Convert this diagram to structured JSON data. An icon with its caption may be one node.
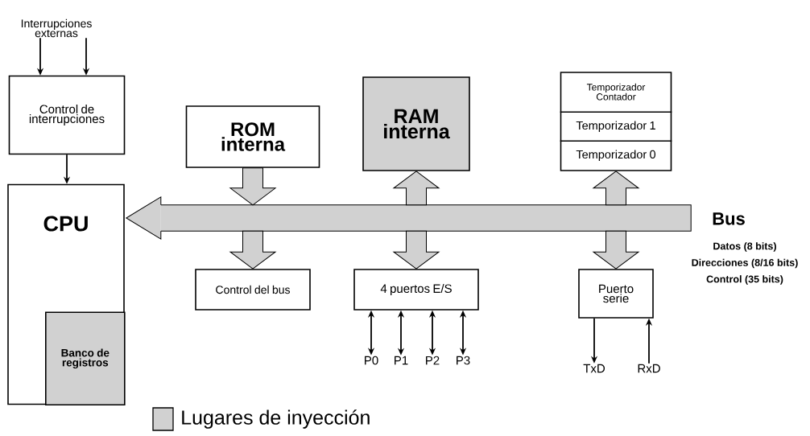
{
  "diagram": {
    "nodes": [
      {
        "text": [
          "Interrupciones externas"
        ]
      },
      {
        "text": [
          "Control de interrupciones"
        ]
      },
      {
        "text": [
          "CPU"
        ]
      },
      {
        "text": [
          "Banco de registros"
        ],
        "in": 2
      },
      {
        "text": [
          "ROM interna"
        ]
      },
      {
        "text": [
          "RAM interna"
        ]
      },
      {
        "text": [
          "Temporizador Contador",
          "Temporizador 1",
          "Temporizador 0"
        ]
      },
      {
        "text": [
          "Bus"
        ],
        "beside": [
          "Datos (8 bits)",
          "Direcciones (8/16 bits)",
          "Control (35 bits)"
        ]
      },
      {
        "text": [
          "Control del bus"
        ]
      },
      {
        "text": [
          "4 puertos E/S"
        ]
      },
      {
        "text": [
          "Puerto serie"
        ]
      },
      {
        "text": [
          "P0"
        ]
      },
      {
        "text": [
          "P1"
        ]
      },
      {
        "text": [
          "P2"
        ]
      },
      {
        "text": [
          "P3"
        ]
      },
      {
        "text": [
          "TxD"
        ]
      },
      {
        "text": [
          "RxD"
        ]
      }
    ],
    "edges": [
      {
        "from": 0,
        "to": 1,
        "arrow": "to"
      },
      {
        "from": 0,
        "to": 1,
        "arrow": "to"
      },
      {
        "from": 1,
        "to": 2,
        "arrow": "to"
      },
      {
        "from": 7,
        "to": 2,
        "arrow": "to"
      },
      {
        "from": 4,
        "to": 7,
        "arrow": "to"
      },
      {
        "from": 7,
        "to": 8,
        "arrow": "to"
      },
      {
        "from": 7,
        "to": 5,
        "arrow": "to"
      },
      {
        "from": 7,
        "to": 9,
        "arrow": "to"
      },
      {
        "from": 7,
        "to": 6,
        "arrow": "to"
      },
      {
        "from": 7,
        "to": 10,
        "arrow": "to"
      },
      {
        "from": 9,
        "to": 11,
        "arrow": "both"
      },
      {
        "from": 9,
        "to": 12,
        "arrow": "both"
      },
      {
        "from": 9,
        "to": 13,
        "arrow": "both"
      },
      {
        "from": 9,
        "to": 14,
        "arrow": "both"
      },
      {
        "from": 10,
        "to": 15,
        "arrow": "to"
      },
      {
        "from": 16,
        "to": 10,
        "arrow": "to"
      }
    ],
    "legend": [
      {
        "text": "Lugares de inyección"
      }
    ]
  }
}
